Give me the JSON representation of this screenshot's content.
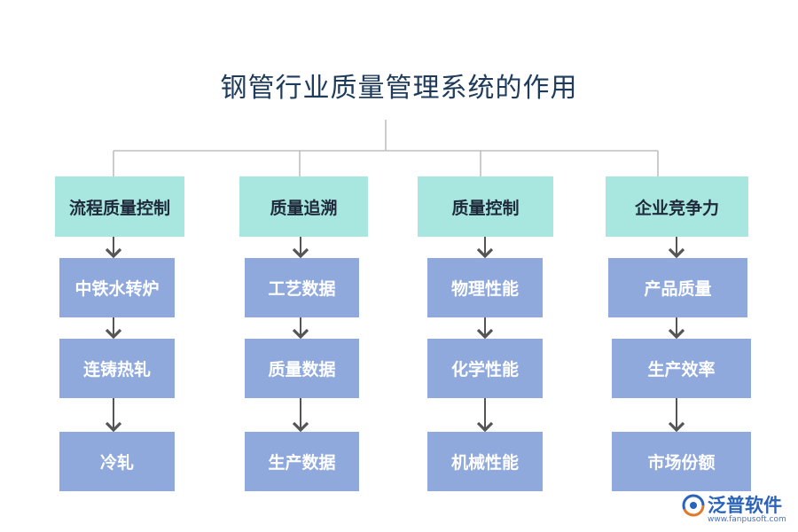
{
  "title": "钢管行业质量管理系统的作用",
  "columns": [
    {
      "label": "流程质量控制",
      "items": [
        "中铁水转炉",
        "连铸热轧",
        "冷轧"
      ]
    },
    {
      "label": "质量追溯",
      "items": [
        "工艺数据",
        "质量数据",
        "生产数据"
      ]
    },
    {
      "label": "质量控制",
      "items": [
        "物理性能",
        "化学性能",
        "机械性能"
      ]
    },
    {
      "label": "企业竞争力",
      "items": [
        "产品质量",
        "生产效率",
        "市场份额"
      ]
    }
  ],
  "logo": {
    "name": "泛普软件",
    "url": "www.fanpusoft.com"
  },
  "colors": {
    "title": "#1f3b5c",
    "category_fill": "#a8e6e0",
    "item_fill": "#8fa9dc",
    "connector": "#bfbfbf",
    "arrow": "#555555",
    "logo": "#2a63b8"
  }
}
